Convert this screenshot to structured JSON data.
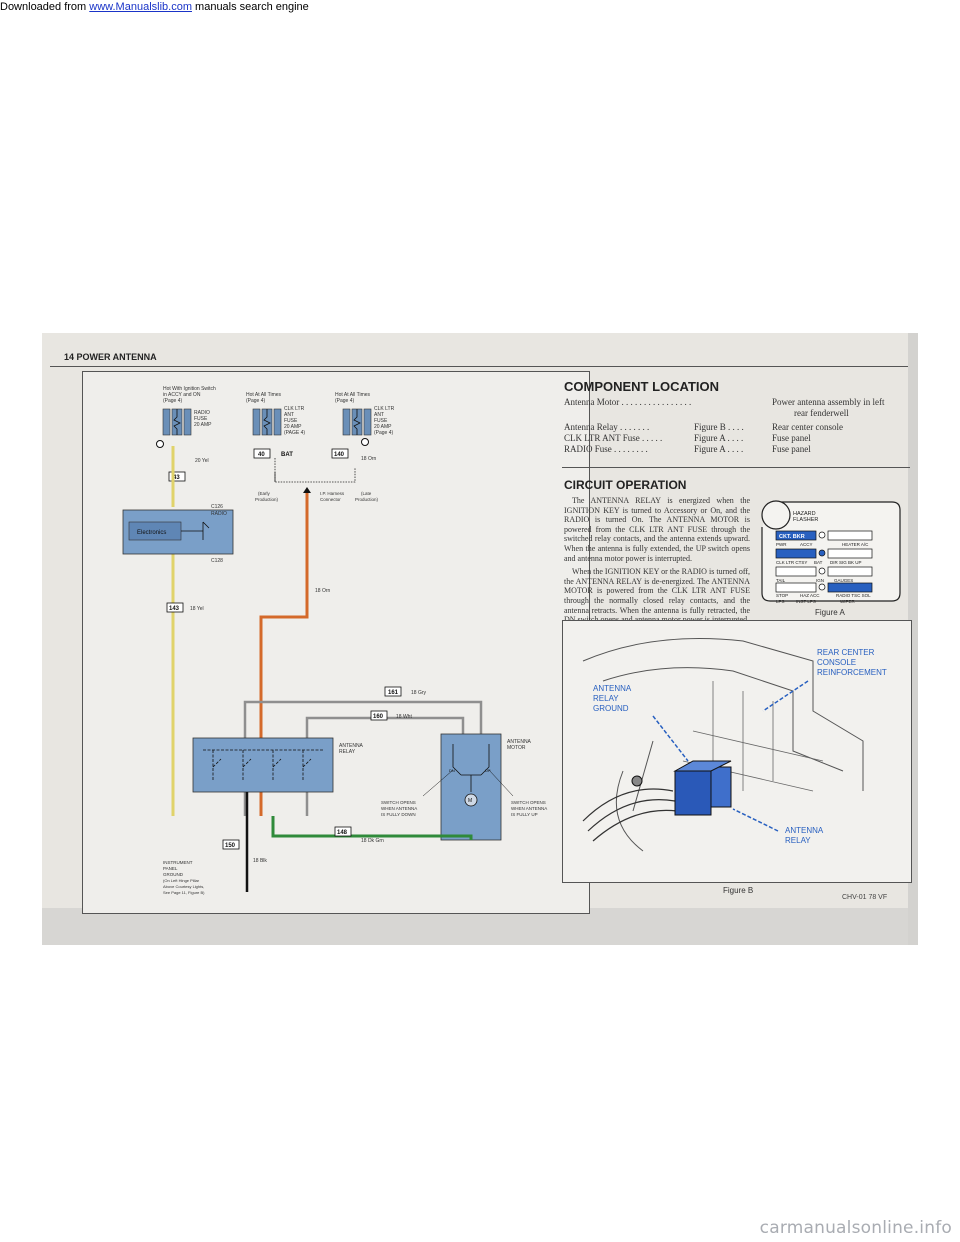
{
  "top_banner": {
    "prefix": "Downloaded from ",
    "link": "www.Manualslib.com",
    "suffix": " manuals search engine"
  },
  "bottom_watermark": "carmanualsonline.info",
  "page": {
    "header": "14  POWER ANTENNA",
    "diagram": {
      "labels": {
        "hot_ignition": "Hot With Ignition Switch",
        "hot_ignition_2": "in ACCY and ON",
        "page4a": "(Page 4)",
        "hot_all_1": "Hot At All Times",
        "page4b": "(Page 4)",
        "hot_all_2": "Hot At All Times",
        "page4c": "(Page 4)",
        "radio_fuse_1": "RADIO",
        "radio_fuse_2": "FUSE",
        "radio_fuse_3": "20 AMP",
        "clk_fuse_1": "CLK LTR",
        "clk_fuse_2": "ANT",
        "clk_fuse_3": "FUSE",
        "clk_fuse_4": "20 AMP",
        "clk_fuse_5": "(PAGE 4)",
        "clk2_fuse_1": "CLK LTR",
        "clk2_fuse_2": "ANT",
        "clk2_fuse_3": "FUSE",
        "clk2_fuse_4": "20 AMP",
        "clk2_fuse_5": "(Page 4)",
        "circuit_43": "43",
        "circuit_40": "40",
        "circuit_140": "140",
        "bat": "BAT",
        "wire_yel_20": "20 Yel",
        "wire_orn_18a": "18 Orn",
        "early": "(Early",
        "early_2": "Production)",
        "ip_harness": "I.P. Harness",
        "ip_harness_2": "Connector",
        "late": "(Late",
        "late_2": "Production)",
        "c126": "C126",
        "radio": "RADIO",
        "electronics": "Electronics",
        "c128": "C128",
        "circuit_143": "143",
        "wire_yel_18": "18 Yel",
        "wire_orn_18b": "18 Orn",
        "circuit_161": "161",
        "wire_gry": "18 Gry",
        "circuit_160": "160",
        "wire_wht": "18 Wht",
        "antenna_relay_1": "ANTENNA",
        "antenna_relay_2": "RELAY",
        "antenna_motor_1": "ANTENNA",
        "antenna_motor_2": "MOTOR",
        "dn": "DN",
        "up": "UP",
        "m": "M",
        "switch_down_1": "SWITCH OPENS",
        "switch_down_2": "WHEN ANTENNA",
        "switch_down_3": "IS FULLY DOWN",
        "switch_up_1": "SWITCH OPENS",
        "switch_up_2": "WHEN ANTENNA",
        "switch_up_3": "IS FULLY UP",
        "circuit_148": "148",
        "wire_dkgrn": "18 Dk Grn",
        "circuit_150": "150",
        "wire_blk": "18 Blk",
        "ground_1": "INSTRUMENT",
        "ground_2": "PANEL",
        "ground_3": "GROUND",
        "ground_4": "(On Left Hinge Pillar",
        "ground_5": "Above Courtesy Lights,",
        "ground_6": "See Page 11, Figure B)"
      }
    },
    "component_location": {
      "title": "COMPONENT LOCATION",
      "rows": [
        {
          "name": "Antenna Motor . . . . . . . . . . . . . . . .",
          "figure": "",
          "location": "Power antenna assembly in left"
        },
        {
          "name": "",
          "figure": "",
          "location": "rear fenderwell"
        },
        {
          "name": "Antenna Relay . . . . . . .",
          "figure": "Figure B . . . .",
          "location": "Rear center console"
        },
        {
          "name": "CLK LTR ANT Fuse . . . . .",
          "figure": "Figure A . . . .",
          "location": "Fuse panel"
        },
        {
          "name": "RADIO Fuse . . . . . . . .",
          "figure": "Figure A . . . .",
          "location": "Fuse panel"
        }
      ]
    },
    "circuit_operation": {
      "title": "CIRCUIT OPERATION",
      "p1": "The ANTENNA RELAY is energized when the IGNITION KEY is turned to Accessory or On, and the RADIO is turned On. The ANTENNA MOTOR is powered from the CLK LTR ANT FUSE through the switched relay contacts, and the antenna extends upward. When the antenna is fully extended, the UP switch opens and antenna motor power is interrupted.",
      "p2": "When the IGNITION KEY or the RADIO is turned off, the ANTENNA RELAY is de-energized. The ANTENNA MOTOR is powered from the CLK LTR ANT FUSE through the normally closed relay contacts, and the antenna retracts. When the antenna is fully retracted, the DN switch opens and antenna motor power is interrupted."
    },
    "figure_a": {
      "caption": "Figure A",
      "hazard_1": "HAZARD",
      "hazard_2": "FLASHER",
      "ckt_bkr": "CKT. BKR",
      "r1_l": "PWR",
      "r1_m": "ACCY",
      "r1_r": "HEATER  A/C",
      "r2_l": "CLK LTR CTSY",
      "r2_m": "BAT",
      "r2_r": "DIR SIG BK UP",
      "r3_l": "TAIL",
      "r3_m": "IGN",
      "r3_r": "GAUGES",
      "r4_l": "STOP",
      "r4_m": "HAZ  ACC",
      "r4_r": "RADIO TSC SOL",
      "r5_l": "LPS",
      "r5_m": "INST  LPS",
      "r5_r": "WIPER"
    },
    "figure_b": {
      "caption": "Figure B",
      "ground_label_1": "ANTENNA",
      "ground_label_2": "RELAY",
      "ground_label_3": "GROUND",
      "console_1": "REAR CENTER",
      "console_2": "CONSOLE",
      "console_3": "REINFORCEMENT",
      "relay_1": "ANTENNA",
      "relay_2": "RELAY"
    },
    "code": "CHV-01 78 VF"
  },
  "colors": {
    "yellow_wire": "#e0d36a",
    "orange_wire": "#d4692a",
    "gray_wire": "#8f8f8f",
    "green_wire": "#2f8a3a",
    "component_blue": "#7a9fc8",
    "highlight_blue": "#2860c0"
  }
}
